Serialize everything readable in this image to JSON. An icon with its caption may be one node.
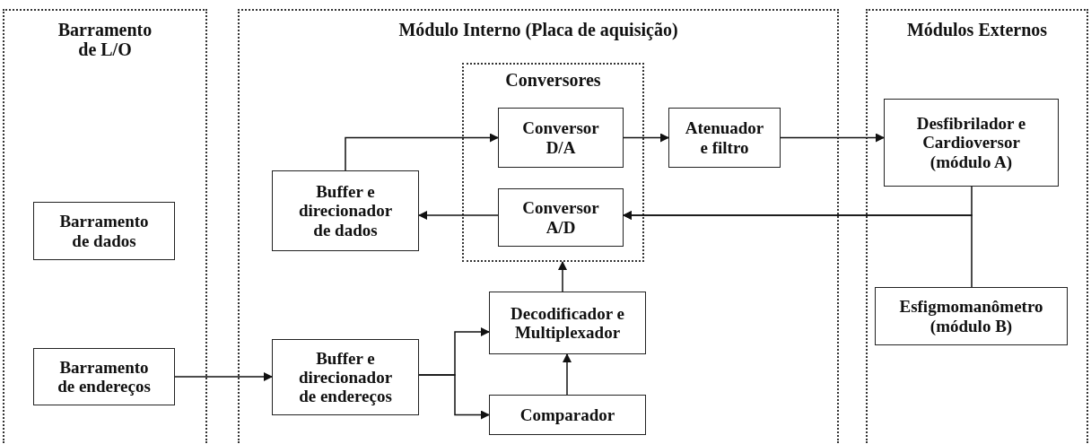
{
  "diagram": {
    "nodes": [
      {
        "text": [
          "Barramento de L/O"
        ]
      },
      {
        "text": [
          "Barramento de dados"
        ],
        "in": 0
      },
      {
        "text": [
          "Barramento de endereços"
        ],
        "in": 0
      },
      {
        "text": [
          "Módulo Interno (Placa de aquisição)"
        ]
      },
      {
        "text": [
          "Conversores"
        ],
        "in": 3
      },
      {
        "text": [
          "Conversor D/A"
        ],
        "in": 4
      },
      {
        "text": [
          "Conversor A/D"
        ],
        "in": 4
      },
      {
        "text": [
          "Buffer e direcionador de dados"
        ],
        "in": 3
      },
      {
        "text": [
          "Atenuador e filtro"
        ],
        "in": 3
      },
      {
        "text": [
          "Decodificador e Multiplexador"
        ],
        "in": 3
      },
      {
        "text": [
          "Buffer e direcionador de endereços"
        ],
        "in": 3
      },
      {
        "text": [
          "Comparador"
        ],
        "in": 3
      },
      {
        "text": [
          "Módulos Externos"
        ]
      },
      {
        "text": [
          "Desfibrilador e Cardioversor (módulo A)"
        ],
        "in": 12
      },
      {
        "text": [
          "Esfigmomanômetro (módulo B)"
        ],
        "in": 12
      }
    ],
    "edges": [
      {
        "from": 7,
        "to": 5,
        "arrow": "to"
      },
      {
        "from": 5,
        "to": 8,
        "arrow": "to"
      },
      {
        "from": 8,
        "to": 13,
        "arrow": "to"
      },
      {
        "from": 6,
        "to": 7,
        "arrow": "to"
      },
      {
        "from": 13,
        "to": 6,
        "arrow": "to"
      },
      {
        "from": 14,
        "to": 6,
        "arrow": "to"
      },
      {
        "from": 2,
        "to": 10,
        "arrow": "to"
      },
      {
        "from": 10,
        "to": 9,
        "arrow": "to"
      },
      {
        "from": 10,
        "to": 11,
        "arrow": "to"
      },
      {
        "from": 11,
        "to": 9,
        "arrow": "to"
      },
      {
        "from": 9,
        "to": 4,
        "arrow": "to"
      }
    ]
  }
}
